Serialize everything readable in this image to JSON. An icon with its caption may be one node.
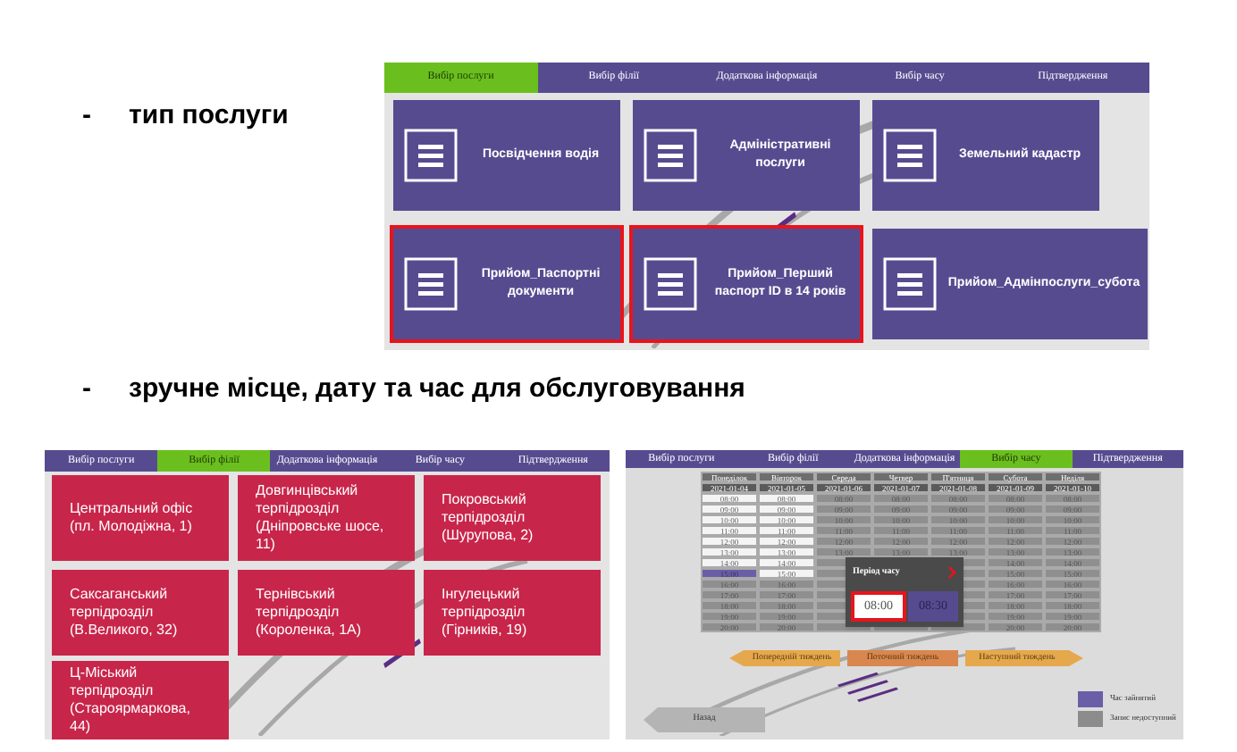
{
  "diagram": {
    "nodes": [
      {
        "text": [
          "Посвідчення водія"
        ]
      },
      {
        "text": [
          "Адміністративні послуги"
        ]
      },
      {
        "text": [
          "Земельний кадастр"
        ]
      },
      {
        "text": [
          "Прийом_Паспортні документи"
        ]
      },
      {
        "text": [
          "Прийом_Перший паспорт ID в 14 років"
        ]
      },
      {
        "text": [
          "Прийом_Адмінпослуги_субота"
        ]
      },
      {
        "text": [
          "Центральний офіс (пл. Молодіжна, 1)"
        ]
      },
      {
        "text": [
          "Довгинцівський терпідрозділ (Дніпровське шосе, 11)"
        ]
      },
      {
        "text": [
          "Покровський терпідрозділ (Шурупова, 2)"
        ]
      },
      {
        "text": [
          "Саксаганський терпідрозділ (В.Великого, 32)"
        ]
      },
      {
        "text": [
          "Тернівський терпідрозділ (Короленка, 1А)"
        ]
      },
      {
        "text": [
          "Інгулецький терпідрозділ (Гірників, 19)"
        ]
      },
      {
        "text": [
          "Ц-Міський терпідрозділ (Староярмаркова, 44)"
        ]
      },
      {
        "text": [
          "Період часу",
          "08:00",
          "08:30"
        ]
      }
    ],
    "labels": [
      "-",
      "тип послуги",
      "Вибір послуги",
      "Вибір філії",
      "Додаткова інформація",
      "Вибір часу",
      "Підтвердження",
      "-",
      "зручне місце, дату та час для обслуговування",
      "Вибір послуги",
      "Вибір філії",
      "Додаткова інформація",
      "Вибір часу",
      "Підтвердження",
      "Вибір послуги",
      "Вибір філії",
      "Додаткова інформація",
      "Вибір часу",
      "Підтвердження",
      "Понеділок",
      "Вівторок",
      "Середа",
      "Четвер",
      "П'ятниця",
      "Субота",
      "Неділя",
      "2021-01-04",
      "2021-01-05",
      "2021-01-06",
      "2021-01-07",
      "2021-01-08",
      "2021-01-09",
      "2021-01-10",
      "08:00",
      "08:00",
      "08:00",
      "08:00",
      "08:00",
      "08:00",
      "08:00",
      "09:00",
      "09:00",
      "09:00",
      "09:00",
      "09:00",
      "09:00",
      "09:00",
      "10:00",
      "10:00",
      "10:00",
      "10:00",
      "10:00",
      "10:00",
      "10:00",
      "11:00",
      "11:00",
      "11:00",
      "11:00",
      "11:00",
      "11:00",
      "11:00",
      "12:00",
      "12:00",
      "12:00",
      "12:00",
      "12:00",
      "12:00",
      "12:00",
      "13:00",
      "13:00",
      "13:00",
      "13:00",
      "13:00",
      "13:00",
      "13:00",
      "14:00",
      "14:00",
      "14:00",
      "14:00",
      "15:00",
      "15:00",
      "15:00",
      "15:00",
      "16:00",
      "16:00",
      "16:00",
      "16:00",
      "17:00",
      "17:00",
      "17:00",
      "17:00",
      "18:00",
      "18:00",
      "18:00",
      "18:00",
      "19:00",
      "19:00",
      "19:00",
      "19:00",
      "20:00",
      "20:00",
      "20:00",
      "20:00",
      "Попередній тиждень",
      "Поточний тиждень",
      "Наступний тиждень",
      "Назад"
    ],
    "legend": [
      {
        "text": "Час зайнятий",
        "color": "#6a5ea6"
      },
      {
        "text": "Запис недоступний",
        "color": "#8c8c8c"
      }
    ]
  }
}
